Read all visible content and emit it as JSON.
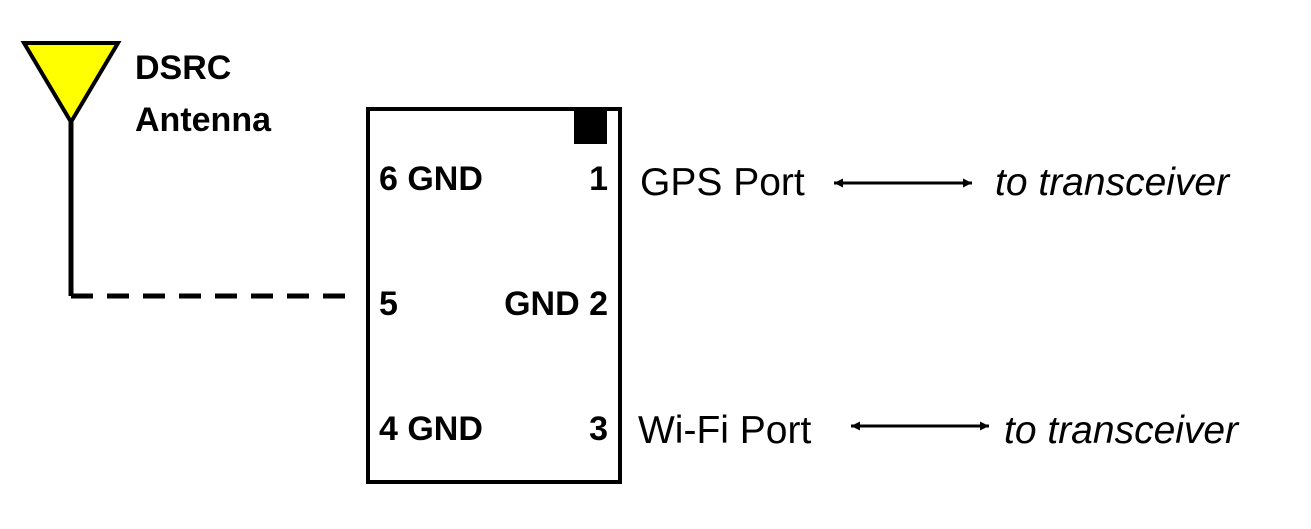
{
  "antenna": {
    "label_line1": "DSRC",
    "label_line2": "Antenna",
    "fill_color": "#ffff00"
  },
  "connector": {
    "pins": {
      "pin6": "6 GND",
      "pin1": "1",
      "pin5": "5",
      "pin2": "GND 2",
      "pin4": "4 GND",
      "pin3": "3"
    }
  },
  "ports": [
    {
      "name": "GPS Port",
      "destination": "to transceiver"
    },
    {
      "name": "Wi-Fi Port",
      "destination": "to transceiver"
    }
  ]
}
